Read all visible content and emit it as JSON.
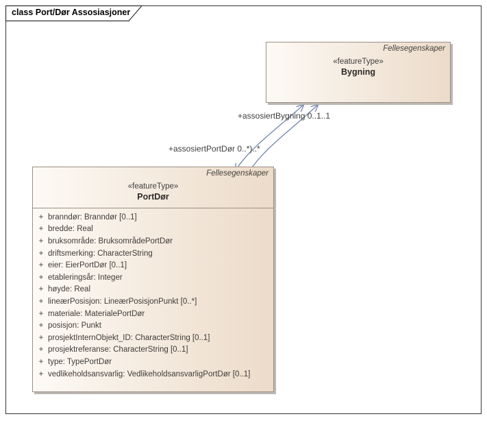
{
  "frame": {
    "title": "class Port/Dør Assosiasjoner"
  },
  "colors": {
    "box_fill_left": "#fdfaf5",
    "box_fill_right": "#ecdbc9",
    "box_border": "#9d8e83",
    "box_shadow": "#bcb8b3",
    "association_line": "#7385a9",
    "frame_border": "#333333",
    "text": "#3d3d3d"
  },
  "classes": {
    "bygning": {
      "package": "Fellesegenskaper",
      "stereotype": "«featureType»",
      "name": "Bygning"
    },
    "portdor": {
      "package": "Fellesegenskaper",
      "stereotype": "«featureType»",
      "name": "PortDør",
      "attributes": [
        {
          "vis": "+",
          "text": "branndør: Branndør [0..1]"
        },
        {
          "vis": "+",
          "text": "bredde: Real"
        },
        {
          "vis": "+",
          "text": "bruksområde: BruksområdePortDør"
        },
        {
          "vis": "+",
          "text": "driftsmerking: CharacterString"
        },
        {
          "vis": "+",
          "text": "eier: EierPortDør [0..1]"
        },
        {
          "vis": "+",
          "text": "etableringsår: Integer"
        },
        {
          "vis": "+",
          "text": "høyde: Real"
        },
        {
          "vis": "+",
          "text": "lineærPosisjon: LineærPosisjonPunkt [0..*]"
        },
        {
          "vis": "+",
          "text": "materiale: MaterialePortDør"
        },
        {
          "vis": "+",
          "text": "posisjon: Punkt"
        },
        {
          "vis": "+",
          "text": "prosjektInternObjekt_ID: CharacterString [0..1]"
        },
        {
          "vis": "+",
          "text": "prosjektreferanse: CharacterString [0..1]"
        },
        {
          "vis": "+",
          "text": "type: TypePortDør"
        },
        {
          "vis": "+",
          "text": "vedlikeholdsansvarlig: VedlikeholdsansvarligPortDør [0..1]"
        }
      ]
    }
  },
  "associations": {
    "bygning_end_label": "+assosiertBygning 0..1..1",
    "portdor_end_label": "+assosiertPortDør 0..*)..*"
  }
}
